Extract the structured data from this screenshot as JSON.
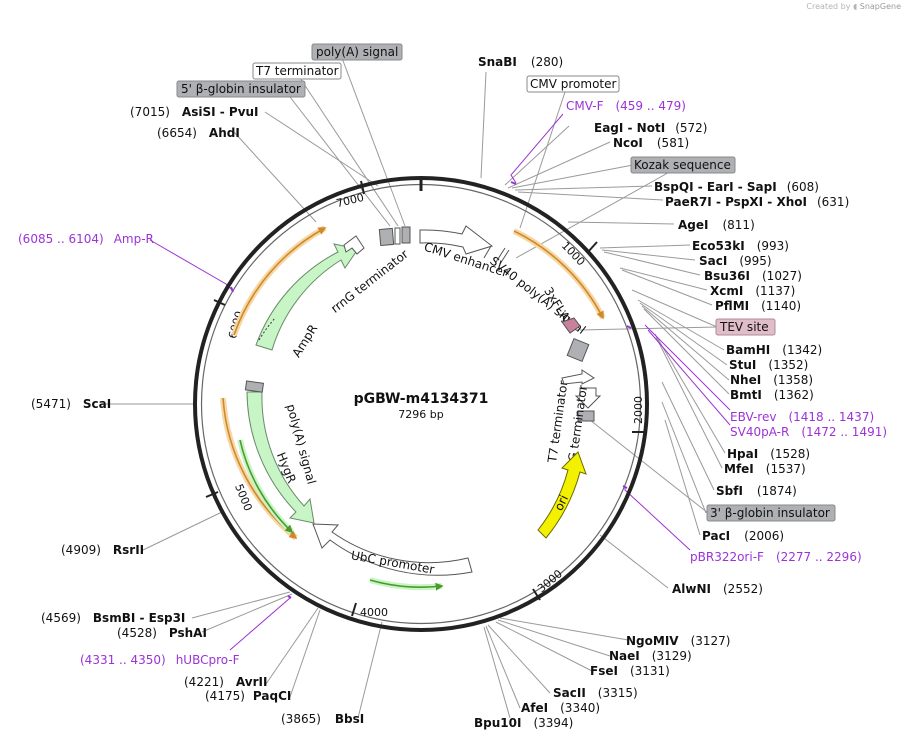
{
  "plasmid": {
    "name": "pGBW-m4134371",
    "size_label": "7296 bp",
    "length": 7296
  },
  "credit": {
    "prefix": "Created by",
    "brand": "SnapGene"
  },
  "ticks": [
    "1000",
    "2000",
    "3000",
    "4000",
    "5000",
    "6000",
    "7000"
  ],
  "sites": [
    {
      "name": "SnaBI",
      "pos": "(280)"
    },
    {
      "name": "EagI  -  NotI",
      "pos": "(572)"
    },
    {
      "name": "NcoI",
      "pos": "(581)"
    },
    {
      "name": "BspQI  -  EarI  -  SapI",
      "pos": "(608)"
    },
    {
      "name": "PaeR7I  -  PspXI  -  XhoI",
      "pos": "(631)"
    },
    {
      "name": "AgeI",
      "pos": "(811)"
    },
    {
      "name": "Eco53kI",
      "pos": "(993)"
    },
    {
      "name": "SacI",
      "pos": "(995)"
    },
    {
      "name": "Bsu36I",
      "pos": "(1027)"
    },
    {
      "name": "XcmI",
      "pos": "(1137)"
    },
    {
      "name": "PflMI",
      "pos": "(1140)"
    },
    {
      "name": "BamHI",
      "pos": "(1342)"
    },
    {
      "name": "StuI",
      "pos": "(1352)"
    },
    {
      "name": "NheI",
      "pos": "(1358)"
    },
    {
      "name": "BmtI",
      "pos": "(1362)"
    },
    {
      "name": "HpaI",
      "pos": "(1528)"
    },
    {
      "name": "MfeI",
      "pos": "(1537)"
    },
    {
      "name": "SbfI",
      "pos": "(1874)"
    },
    {
      "name": "PacI",
      "pos": "(2006)"
    },
    {
      "name": "AlwNI",
      "pos": "(2552)"
    },
    {
      "name": "NgoMIV",
      "pos": "(3127)"
    },
    {
      "name": "NaeI",
      "pos": "(3129)"
    },
    {
      "name": "FseI",
      "pos": "(3131)"
    },
    {
      "name": "SacII",
      "pos": "(3315)"
    },
    {
      "name": "AfeI",
      "pos": "(3340)"
    },
    {
      "name": "Bpu10I",
      "pos": "(3394)"
    },
    {
      "name": "BbsI",
      "pos": "(3865)"
    },
    {
      "name": "PaqCI",
      "pos": "(4175)"
    },
    {
      "name": "AvrII",
      "pos": "(4221)"
    },
    {
      "name": "PshAI",
      "pos": "(4528)"
    },
    {
      "name": "BsmBI  -  Esp3I",
      "pos": "(4569)"
    },
    {
      "name": "RsrII",
      "pos": "(4909)"
    },
    {
      "name": "ScaI",
      "pos": "(5471)"
    },
    {
      "name": "AhdI",
      "pos": "(6654)"
    },
    {
      "name": "AsiSI  -  PvuI",
      "pos": "(7015)"
    }
  ],
  "primers": [
    {
      "name": "CMV-F",
      "range": "(459 .. 479)"
    },
    {
      "name": "EBV-rev",
      "range": "(1418 .. 1437)"
    },
    {
      "name": "SV40pA-R",
      "range": "(1472 .. 1491)"
    },
    {
      "name": "pBR322ori-F",
      "range": "(2277 .. 2296)"
    },
    {
      "name": "hUBCpro-F",
      "range": "(4331 .. 4350)"
    },
    {
      "name": "Amp-R",
      "range": "(6085 .. 6104)"
    }
  ],
  "boxed_features": [
    {
      "label": "poly(A) signal",
      "style": "gray"
    },
    {
      "label": "T7 terminator",
      "style": "white"
    },
    {
      "label": "5' β-globin insulator",
      "style": "gray"
    },
    {
      "label": "CMV promoter",
      "style": "white"
    },
    {
      "label": "Kozak sequence",
      "style": "gray"
    },
    {
      "label": "TEV site",
      "style": "pink"
    },
    {
      "label": "3' β-globin insulator",
      "style": "gray"
    }
  ],
  "inner_features": [
    {
      "label": "rrnG terminator"
    },
    {
      "label": "CMV enhancer"
    },
    {
      "label": "SV40 poly(A) signal"
    },
    {
      "label": "3xFLAG"
    },
    {
      "label": "T7 terminator"
    },
    {
      "label": "rrnG terminator"
    },
    {
      "label": "ori"
    },
    {
      "label": "UbC promoter"
    },
    {
      "label": "HygR"
    },
    {
      "label": "poly(A) signal"
    },
    {
      "label": "AmpR"
    }
  ],
  "colors": {
    "backbone": "#222222",
    "orf_orange": "#e2a43a",
    "orf_green": "#4c9a2a",
    "marker_fill": "#c8f5c6",
    "marker_stroke": "#6a8a69",
    "ori_yellow": "#f4f100",
    "gray_box": "#aeb0b3",
    "pink_box": "#e1bcc9",
    "primer_purple": "#9c33d6"
  }
}
